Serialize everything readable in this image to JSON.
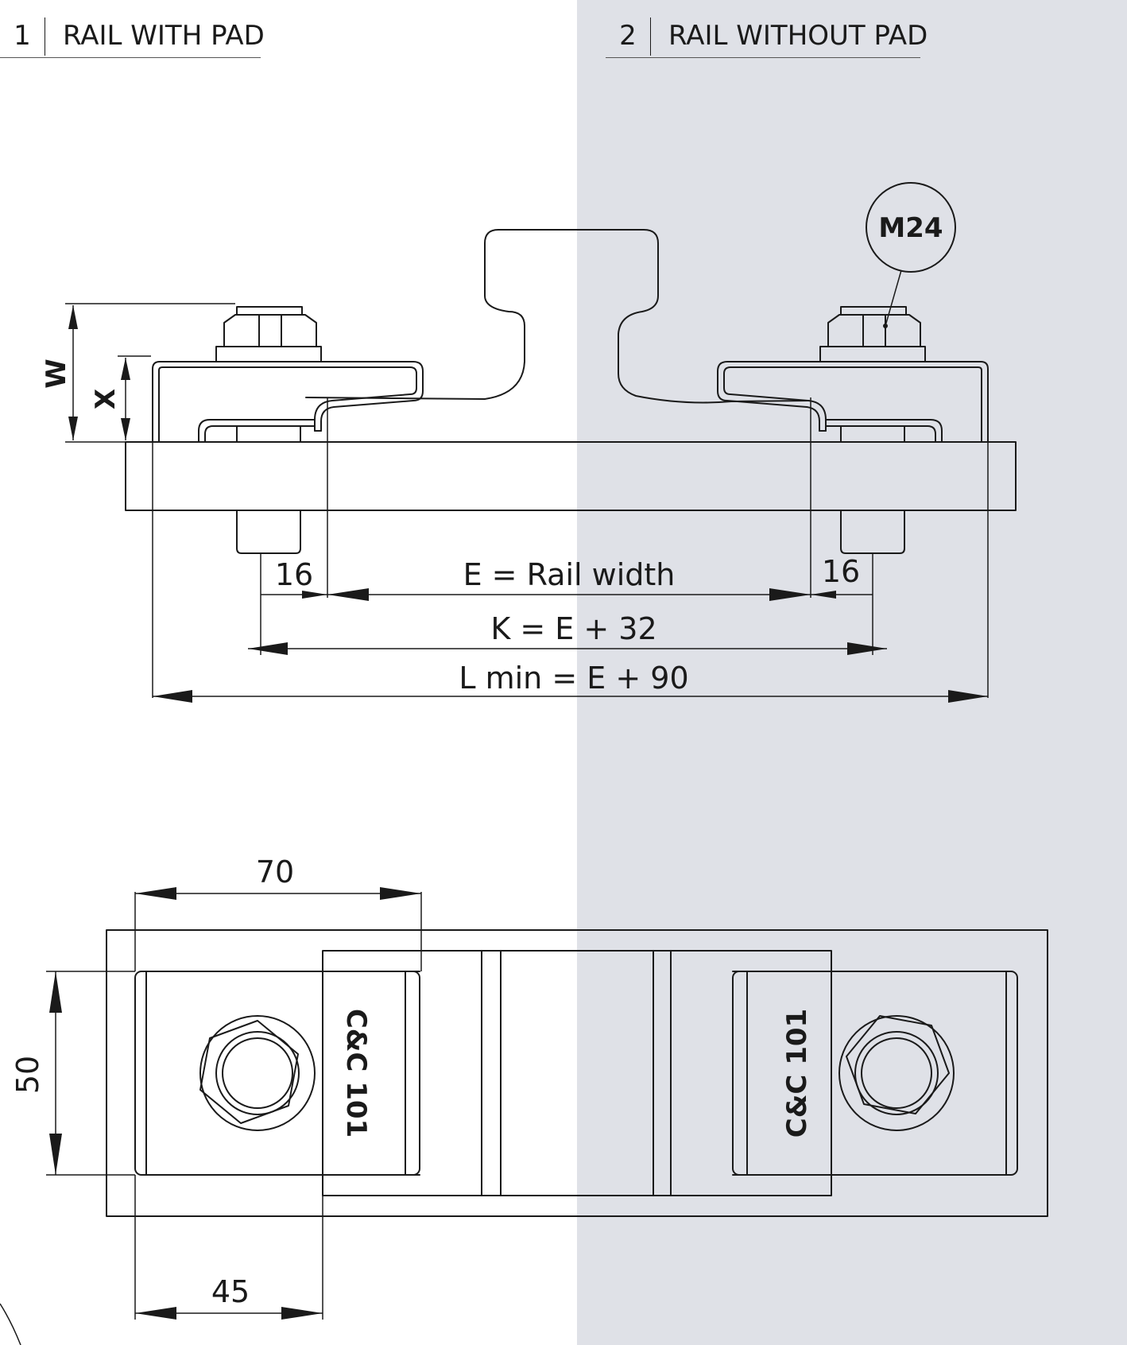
{
  "sections": [
    {
      "number": "1",
      "title": "RAIL WITH PAD"
    },
    {
      "number": "2",
      "title": "RAIL WITHOUT PAD"
    }
  ],
  "callout": "M24",
  "side_view": {
    "w_label": "W",
    "x_label": "X",
    "dim_left": "16",
    "dim_right": "16",
    "dim_e": "E = Rail width",
    "dim_k": "K = E + 32",
    "dim_l": "L min = E + 90"
  },
  "top_view": {
    "dim_70": "70",
    "dim_50": "50",
    "dim_45": "45",
    "clip_mark_left": "C&C 101",
    "clip_mark_right": "C&C 101"
  },
  "colors": {
    "right_panel_bg": "#dfe1e7",
    "line": "#1a1a1a"
  }
}
